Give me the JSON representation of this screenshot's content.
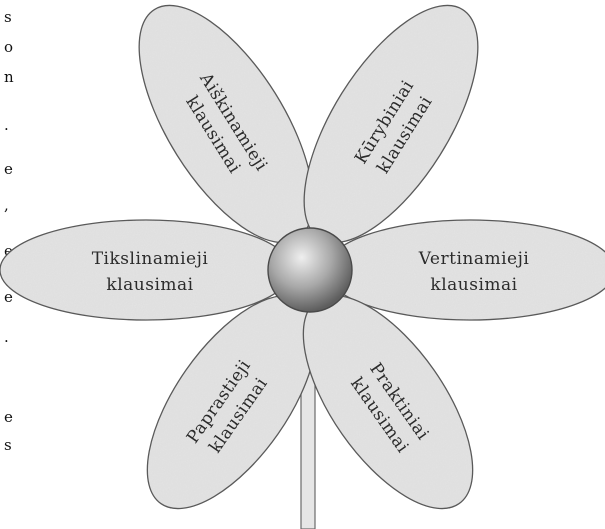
{
  "margin_text": [
    "s",
    "o",
    "n",
    ".",
    "e",
    ",",
    "e",
    "e",
    ".",
    "e",
    "s"
  ],
  "colors": {
    "petal_fill": "#e4e4e4",
    "petal_stroke": "#555555",
    "center_light": "#d8d8d8",
    "center_dark": "#6a6a6a",
    "text": "#2b2b2b"
  },
  "petals": [
    {
      "id": "top-left",
      "line1": "Aiškinamieji",
      "line2": "klausimai"
    },
    {
      "id": "top-right",
      "line1": "Kūrybiniai",
      "line2": "klausimai"
    },
    {
      "id": "left",
      "line1": "Tikslinamieji",
      "line2": "klausimai"
    },
    {
      "id": "right",
      "line1": "Vertinamieji",
      "line2": "klausimai"
    },
    {
      "id": "bottom-left",
      "line1": "Paprastieji",
      "line2": "klausimai"
    },
    {
      "id": "bottom-right",
      "line1": "Praktiniai",
      "line2": "klausimai"
    }
  ]
}
